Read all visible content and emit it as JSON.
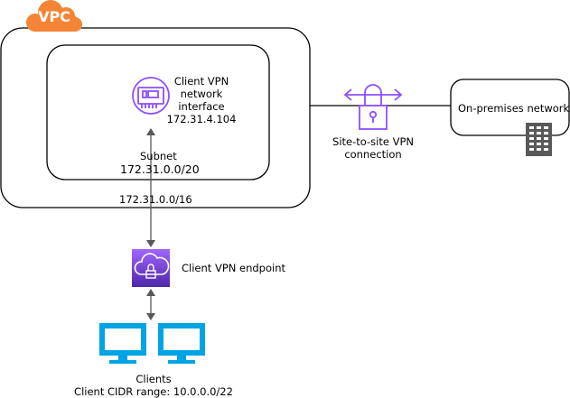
{
  "colors": {
    "vpc_badge": "#F58536",
    "enis_purple": "#8C4FFF",
    "endpoint_gradient_top": "#A166FF",
    "endpoint_gradient_bottom": "#4D27A8",
    "client_blue": "#00A4E4",
    "server_gray": "#595959",
    "arrow_gray": "#595959"
  },
  "vpc": {
    "badge": "VPC",
    "cidr": "172.31.0.0/16"
  },
  "subnet": {
    "label": "Subnet",
    "cidr": "172.31.0.0/20"
  },
  "eni": {
    "icon": "network-interface-icon",
    "line1": "Client VPN",
    "line2": "network",
    "line3": "interface",
    "ip": "172.31.4.104"
  },
  "s2s": {
    "icon": "vpn-connection-lock-icon",
    "line1": "Site-to-site VPN",
    "line2": "connection"
  },
  "onprem": {
    "label": "On-premises network",
    "icon": "server-icon"
  },
  "endpoint": {
    "icon": "client-vpn-endpoint-icon",
    "label": "Client VPN endpoint"
  },
  "clients": {
    "icon": "client-monitor-icon",
    "label": "Clients",
    "cidr_label": "Client CIDR range: 10.0.0.0/22"
  }
}
